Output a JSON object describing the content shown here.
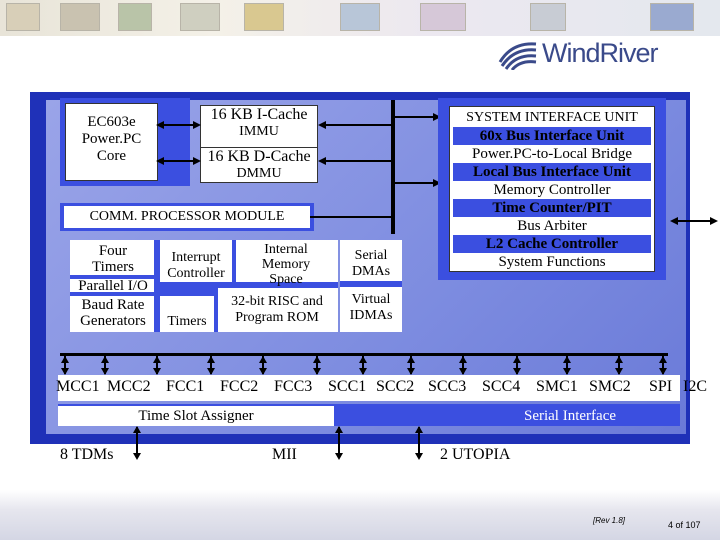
{
  "logo": {
    "text": "WindRiver"
  },
  "core": {
    "label_lines": [
      "EC603e",
      "Power.PC",
      "Core"
    ]
  },
  "cache": {
    "icache": "16 KB I-Cache",
    "immu": "IMMU",
    "dcache": "16 KB D-Cache",
    "dmmu": "DMMU"
  },
  "siu": {
    "title": "SYSTEM INTERFACE UNIT",
    "items": [
      {
        "label": "60x Bus Interface Unit",
        "bold": true
      },
      {
        "label": "Power.PC-to-Local Bridge",
        "bold": false
      },
      {
        "label": "Local Bus Interface Unit",
        "bold": true
      },
      {
        "label": "Memory Controller",
        "bold": false
      },
      {
        "label": "Time Counter/PIT",
        "bold": true
      },
      {
        "label": "Bus Arbiter",
        "bold": false
      },
      {
        "label": "L2 Cache Controller",
        "bold": true
      },
      {
        "label": "System Functions",
        "bold": false
      }
    ]
  },
  "cpm": {
    "title": "COMM. PROCESSOR MODULE",
    "four_timers": [
      "Four",
      "Timers"
    ],
    "parallel_io": "Parallel I/O",
    "baud_rate": [
      "Baud Rate",
      "Generators"
    ],
    "interrupt_controller": [
      "Interrupt",
      "Controller"
    ],
    "internal_memory": [
      "Internal",
      "Memory",
      "Space"
    ],
    "risc": [
      "32-bit RISC and",
      "Program ROM"
    ],
    "timers": "Timers",
    "serial_dmas": [
      "Serial",
      "DMAs"
    ],
    "virtual_idmas": [
      "Virtual",
      "IDMAs"
    ]
  },
  "peripherals": [
    "MCC1",
    "MCC2",
    "FCC1",
    "FCC2",
    "FCC3",
    "SCC1",
    "SCC2",
    "SCC3",
    "SCC4",
    "SMC1",
    "SMC2",
    "SPI",
    "I2C"
  ],
  "time_slot_assigner": "Time Slot Assigner",
  "serial_interface": "Serial Interface",
  "external": {
    "tdms": "8 TDMs",
    "mii": "MII",
    "utopia": "2 UTOPIA"
  },
  "footer": {
    "rev": "[Rev 1.8]",
    "page": "4 of 107"
  },
  "colors": {
    "diagram_dark": "#1f31b8",
    "diagram_light": "#8794e2",
    "strip_blue": "#3b4fe0",
    "logo_blue": "#3a4a8a"
  }
}
